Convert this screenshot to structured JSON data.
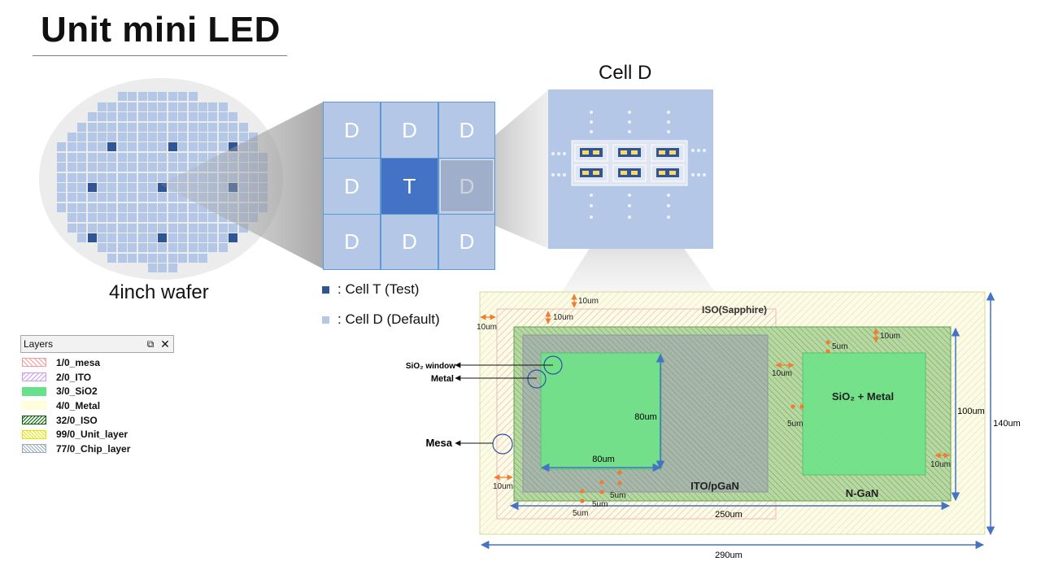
{
  "title": "Unit mini LED",
  "wafer": {
    "label": "4inch wafer"
  },
  "cell_grid": {
    "cells": [
      "D",
      "D",
      "D",
      "D",
      "T",
      "D",
      "D",
      "D",
      "D"
    ]
  },
  "cell_view": {
    "title": "Cell D"
  },
  "legend": {
    "test": ": Cell T (Test)",
    "default": ": Cell D (Default)",
    "test_color": "#2f5597",
    "default_color": "#b4c7e7"
  },
  "layers_panel": {
    "title": "Layers",
    "items": [
      {
        "name": "1/0_mesa",
        "color": "#ff9999",
        "pattern": "hatch-pink"
      },
      {
        "name": "2/0_ITO",
        "color": "#cc99ff",
        "pattern": "hatch-purple"
      },
      {
        "name": "3/0_SiO2",
        "color": "#66e08a",
        "pattern": "solid-green"
      },
      {
        "name": "4/0_Metal",
        "color": "#ffffcc",
        "pattern": "solid-yellow"
      },
      {
        "name": "32/0_ISO",
        "color": "#006600",
        "pattern": "hatch-green"
      },
      {
        "name": "99/0_Unit_layer",
        "color": "#e6e600",
        "pattern": "hatch-yellow"
      },
      {
        "name": "77/0_Chip_layer",
        "color": "#99aabb",
        "pattern": "hatch-grey"
      }
    ]
  },
  "layout": {
    "iso_label": "ISO(Sapphire)",
    "sio2_metal_label": "SiO₂ + Metal",
    "ito_label": "ITO/pGaN",
    "ngan_label": "N-GaN",
    "callouts": {
      "sio2_window": "SiO₂ window",
      "metal": "Metal",
      "mesa": "Mesa"
    },
    "dimensions": {
      "d290": "290um",
      "d140": "140um",
      "d250": "250um",
      "d100": "100um",
      "d80w": "80um",
      "d80h": "80um",
      "d10_top": "10um",
      "d10_left1": "10um",
      "d10_left2": "10um",
      "d10_inner_top": "10um",
      "d10_mid": "10um",
      "d10_right": "10um",
      "d10_bottom": "10um",
      "d5_a": "5um",
      "d5_b": "5um",
      "d5_c": "5um",
      "d5_d": "5um",
      "d5_e": "5um"
    }
  }
}
